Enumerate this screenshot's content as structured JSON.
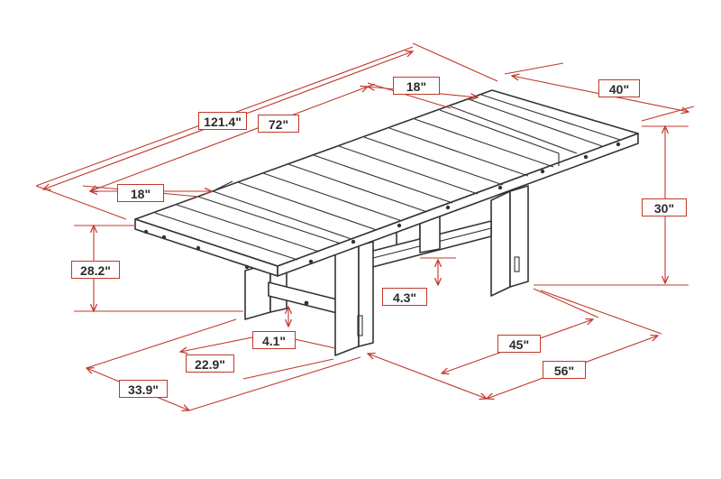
{
  "dimensions": {
    "total_length": "121.4\"",
    "table_length": "72\"",
    "leaf_right": "18\"",
    "leaf_left": "18\"",
    "width": "40\"",
    "height": "30\"",
    "leg_height": "28.2\"",
    "stretcher_height": "4.3\"",
    "leg_depth": "4.1\"",
    "leg_span_short": "22.9\"",
    "base_depth": "33.9\"",
    "base_span": "45\"",
    "base_length": "56\""
  },
  "colors": {
    "dimension_line": "#c0392b",
    "table_outline": "#333333",
    "label_text": "#2b2b2b"
  }
}
